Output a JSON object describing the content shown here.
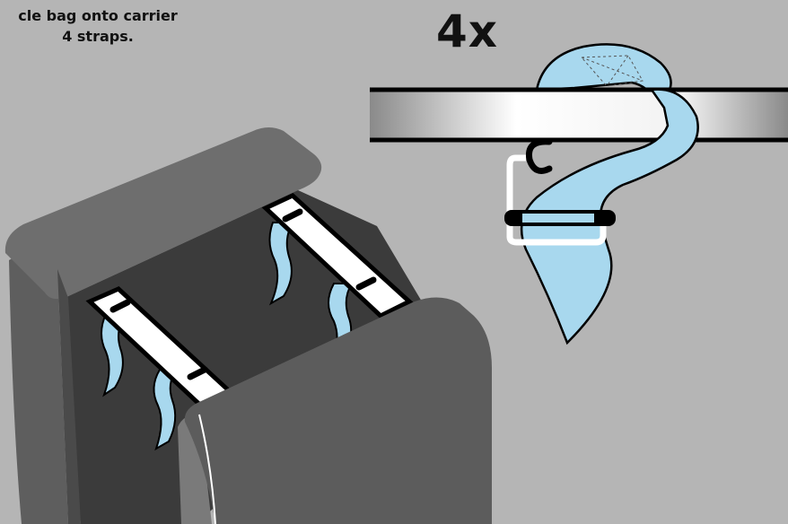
{
  "instruction": {
    "line1": "cle bag onto carrier",
    "line2": "4 straps."
  },
  "repeat_count": "4x",
  "colors": {
    "background": "#b5b5b5",
    "bag_dark": "#3b3b3b",
    "bag_mid": "#5c5c5c",
    "bag_light": "#6e6e6e",
    "strap": "#ffffff",
    "strap_tail": "#a8d8ee",
    "outline": "#000000"
  },
  "icons": [
    "strap-loop-icon",
    "buckle-icon",
    "carrier-bar-icon",
    "bike-bag-icon"
  ]
}
